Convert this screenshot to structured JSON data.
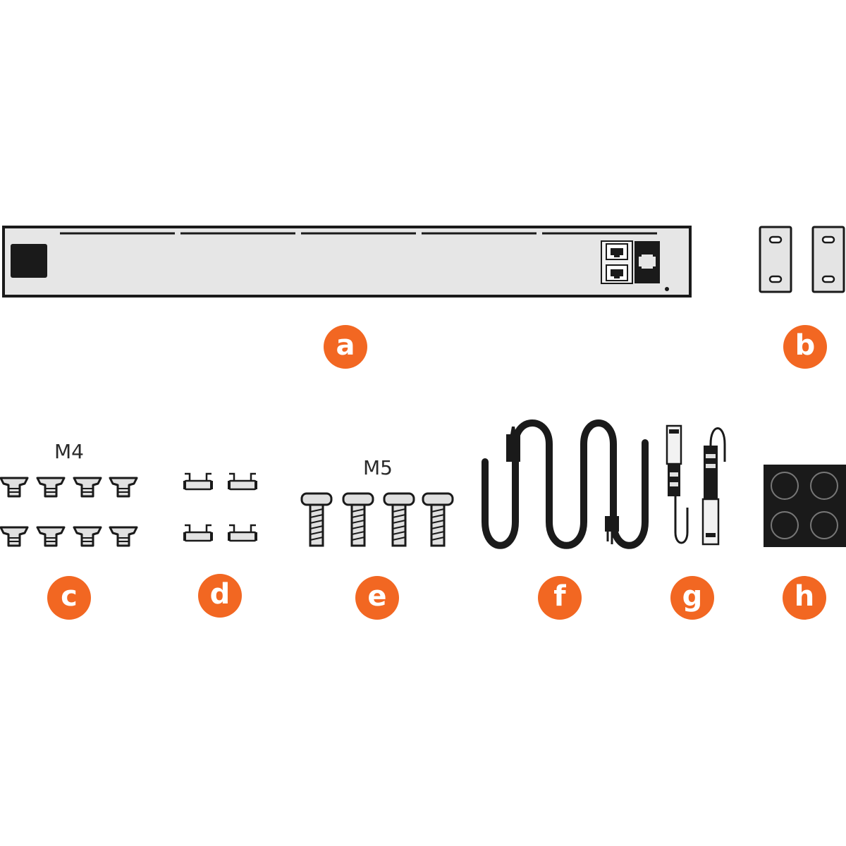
{
  "colors": {
    "accent": "#f26722",
    "panel": "#e6e6e6",
    "ink": "#1a1a1a",
    "metal": "#d9d9d9"
  },
  "items": {
    "a": {
      "badge": "a",
      "icon": "rack-switch-icon"
    },
    "b": {
      "badge": "b",
      "icon": "rack-ear-brackets-icon"
    },
    "c": {
      "badge": "c",
      "size_label": "M4",
      "icon": "countersunk-screws-icon",
      "quantity": 8
    },
    "d": {
      "badge": "d",
      "icon": "cage-nut-clips-icon",
      "quantity": 4
    },
    "e": {
      "badge": "e",
      "size_label": "M5",
      "icon": "pan-head-screws-icon",
      "quantity": 4
    },
    "f": {
      "badge": "f",
      "icon": "power-cable-icon"
    },
    "g": {
      "badge": "g",
      "icon": "dac-cable-icon"
    },
    "h": {
      "badge": "h",
      "icon": "rubber-feet-icon",
      "quantity": 4
    }
  }
}
